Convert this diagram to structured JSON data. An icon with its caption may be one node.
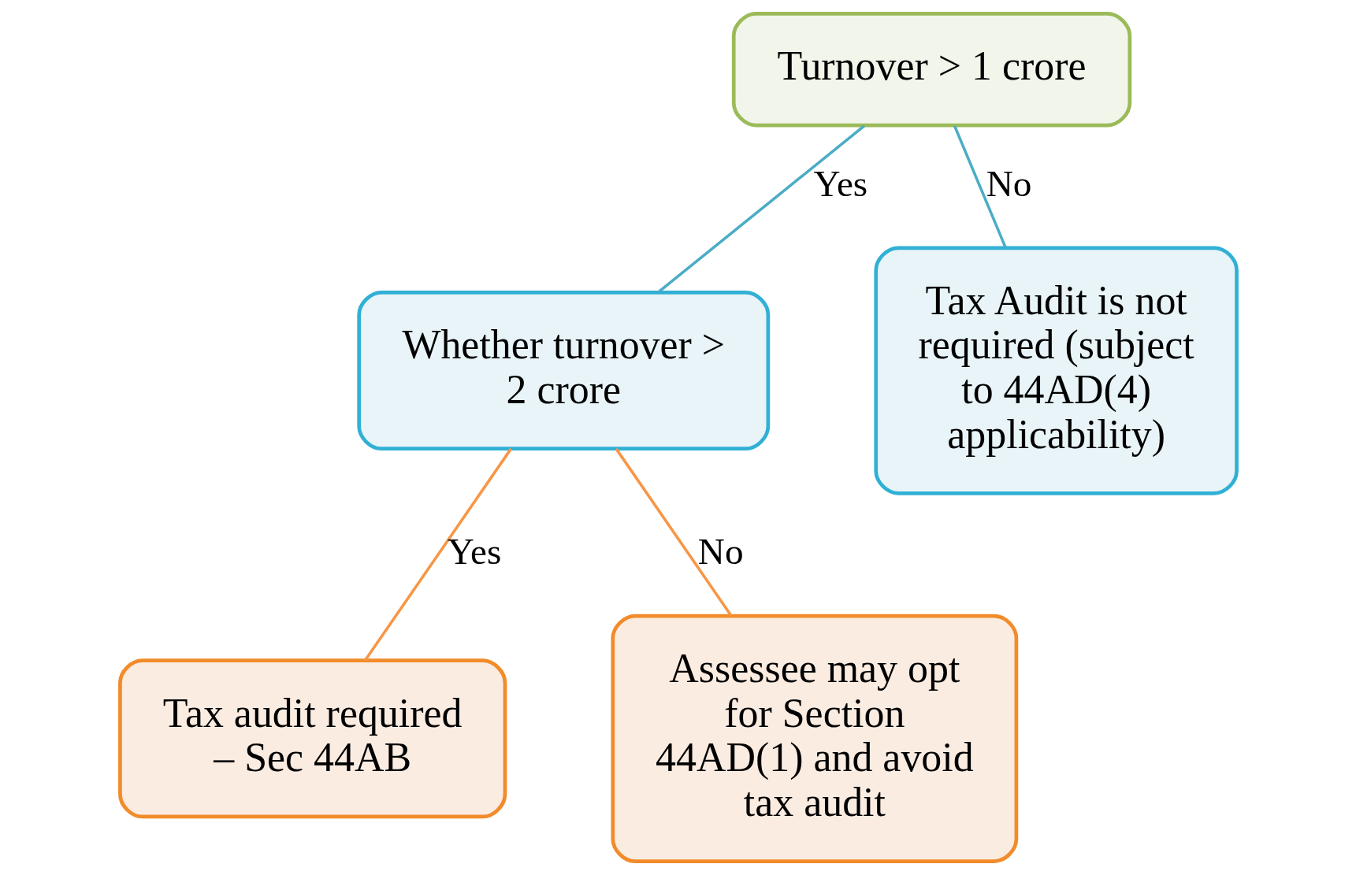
{
  "diagram": {
    "nodes": [
      {
        "text": [
          "Turnover > 1 crore"
        ]
      },
      {
        "text": [
          "Whether turnover > 2 crore"
        ]
      },
      {
        "text": [
          "Tax Audit is not required (subject to 44AD(4) applicability)"
        ]
      },
      {
        "text": [
          "Tax audit required – Sec 44AB"
        ]
      },
      {
        "text": [
          "Assessee may opt for Section 44AD(1) and avoid tax audit"
        ]
      }
    ],
    "edges": [
      {
        "from": 0,
        "to": 1,
        "arrow": "none",
        "label": "Yes",
        "color": "#4bacc6"
      },
      {
        "from": 0,
        "to": 2,
        "arrow": "none",
        "label": "No",
        "color": "#4bacc6"
      },
      {
        "from": 1,
        "to": 3,
        "arrow": "none",
        "label": "Yes",
        "color": "#f79646"
      },
      {
        "from": 1,
        "to": 4,
        "arrow": "none",
        "label": "No",
        "color": "#f79646"
      }
    ]
  }
}
